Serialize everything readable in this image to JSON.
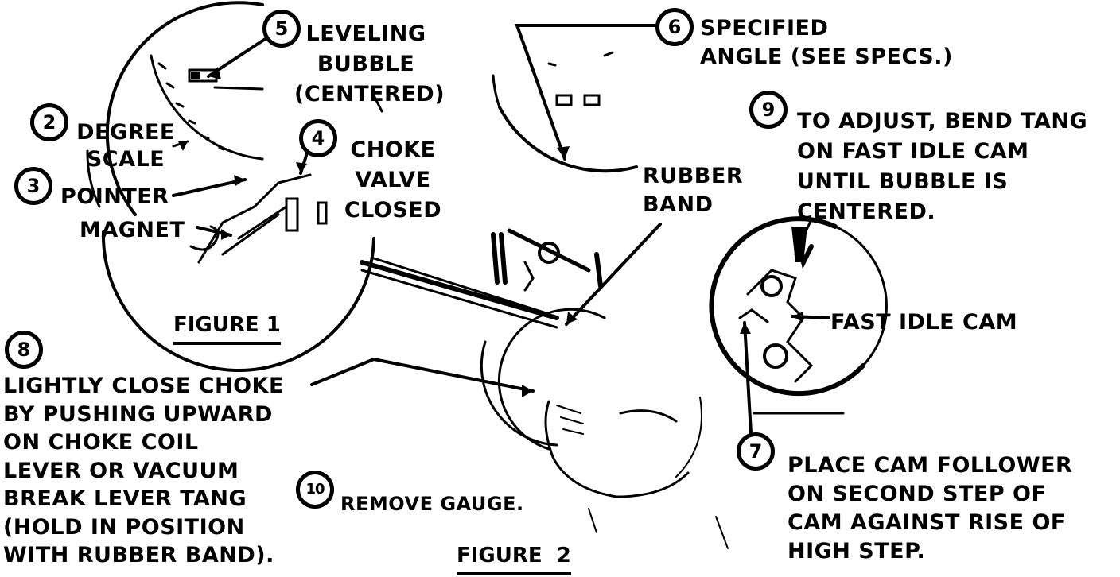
{
  "figures": {
    "figure1": "FIGURE 1",
    "figure2": "FIGURE  2"
  },
  "steps": [
    {
      "number": "2",
      "text": "DEGREE\nSCALE"
    },
    {
      "number": "3",
      "text": "POINTER"
    },
    {
      "number": "4",
      "text": "CHOKE\nVALVE\nCLOSED"
    },
    {
      "number": "5",
      "text": "LEVELING\nBUBBLE\n(CENTERED)"
    },
    {
      "number": "6",
      "text": "SPECIFIED\nANGLE (SEE SPECS.)"
    },
    {
      "number": "7",
      "text": "PLACE CAM FOLLOWER\nON SECOND STEP OF\nCAM AGAINST RISE OF\nHIGH STEP."
    },
    {
      "number": "8",
      "text": "LIGHTLY CLOSE CHOKE\nBY PUSHING UPWARD\nON CHOKE COIL\nLEVER OR VACUUM\nBREAK LEVER TANG\n(HOLD IN POSITION\nWITH RUBBER BAND)."
    },
    {
      "number": "9",
      "text": "TO ADJUST, BEND TANG\nON FAST IDLE CAM\nUNTIL BUBBLE IS\nCENTERED."
    },
    {
      "number": "10",
      "text": "REMOVE GAUGE."
    }
  ],
  "callouts": {
    "magnet": "MAGNET",
    "rubber_band": "RUBBER\nBAND",
    "fast_idle_cam": "FAST IDLE CAM"
  }
}
